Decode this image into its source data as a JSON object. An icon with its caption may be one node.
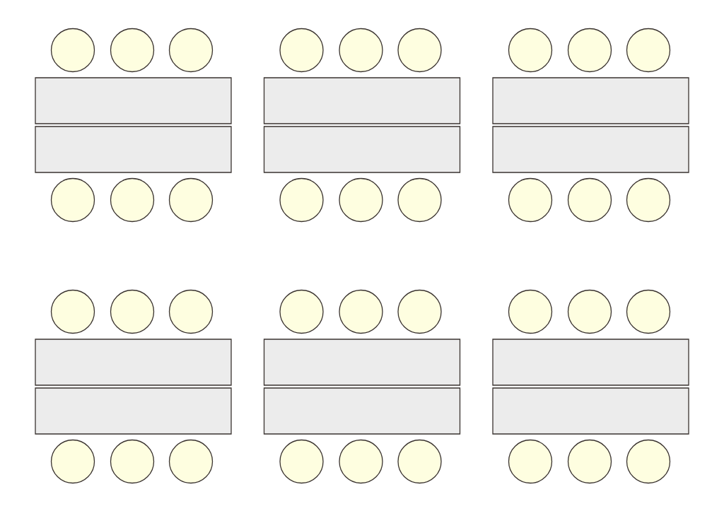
{
  "diagram": {
    "nodes": [
      {
        "text": [],
        "shape": "circle"
      },
      {
        "text": [],
        "shape": "circle"
      },
      {
        "text": [],
        "shape": "circle"
      },
      {
        "text": [],
        "shape": "circle"
      },
      {
        "text": [],
        "shape": "circle"
      },
      {
        "text": [],
        "shape": "circle"
      },
      {
        "text": [],
        "shape": "circle"
      },
      {
        "text": [],
        "shape": "circle"
      },
      {
        "text": [],
        "shape": "circle"
      },
      {
        "text": [],
        "shape": "box"
      },
      {
        "text": [],
        "shape": "box"
      },
      {
        "text": [],
        "shape": "box"
      },
      {
        "text": [],
        "shape": "box"
      },
      {
        "text": [],
        "shape": "box"
      },
      {
        "text": [],
        "shape": "box"
      },
      {
        "text": [],
        "shape": "circle"
      },
      {
        "text": [],
        "shape": "circle"
      },
      {
        "text": [],
        "shape": "circle"
      },
      {
        "text": [],
        "shape": "circle"
      },
      {
        "text": [],
        "shape": "circle"
      },
      {
        "text": [],
        "shape": "circle"
      },
      {
        "text": [],
        "shape": "circle"
      },
      {
        "text": [],
        "shape": "circle"
      },
      {
        "text": [],
        "shape": "circle"
      },
      {
        "text": [],
        "shape": "circle"
      },
      {
        "text": [],
        "shape": "circle"
      },
      {
        "text": [],
        "shape": "circle"
      },
      {
        "text": [],
        "shape": "circle"
      },
      {
        "text": [],
        "shape": "circle"
      },
      {
        "text": [],
        "shape": "circle"
      },
      {
        "text": [],
        "shape": "circle"
      },
      {
        "text": [],
        "shape": "circle"
      },
      {
        "text": [],
        "shape": "circle"
      },
      {
        "text": [],
        "shape": "box"
      },
      {
        "text": [],
        "shape": "box"
      },
      {
        "text": [],
        "shape": "box"
      },
      {
        "text": [],
        "shape": "box"
      },
      {
        "text": [],
        "shape": "box"
      },
      {
        "text": [],
        "shape": "box"
      },
      {
        "text": [],
        "shape": "circle"
      },
      {
        "text": [],
        "shape": "circle"
      },
      {
        "text": [],
        "shape": "circle"
      },
      {
        "text": [],
        "shape": "circle"
      },
      {
        "text": [],
        "shape": "circle"
      },
      {
        "text": [],
        "shape": "circle"
      },
      {
        "text": [],
        "shape": "circle"
      },
      {
        "text": [],
        "shape": "circle"
      },
      {
        "text": [],
        "shape": "circle"
      }
    ]
  }
}
